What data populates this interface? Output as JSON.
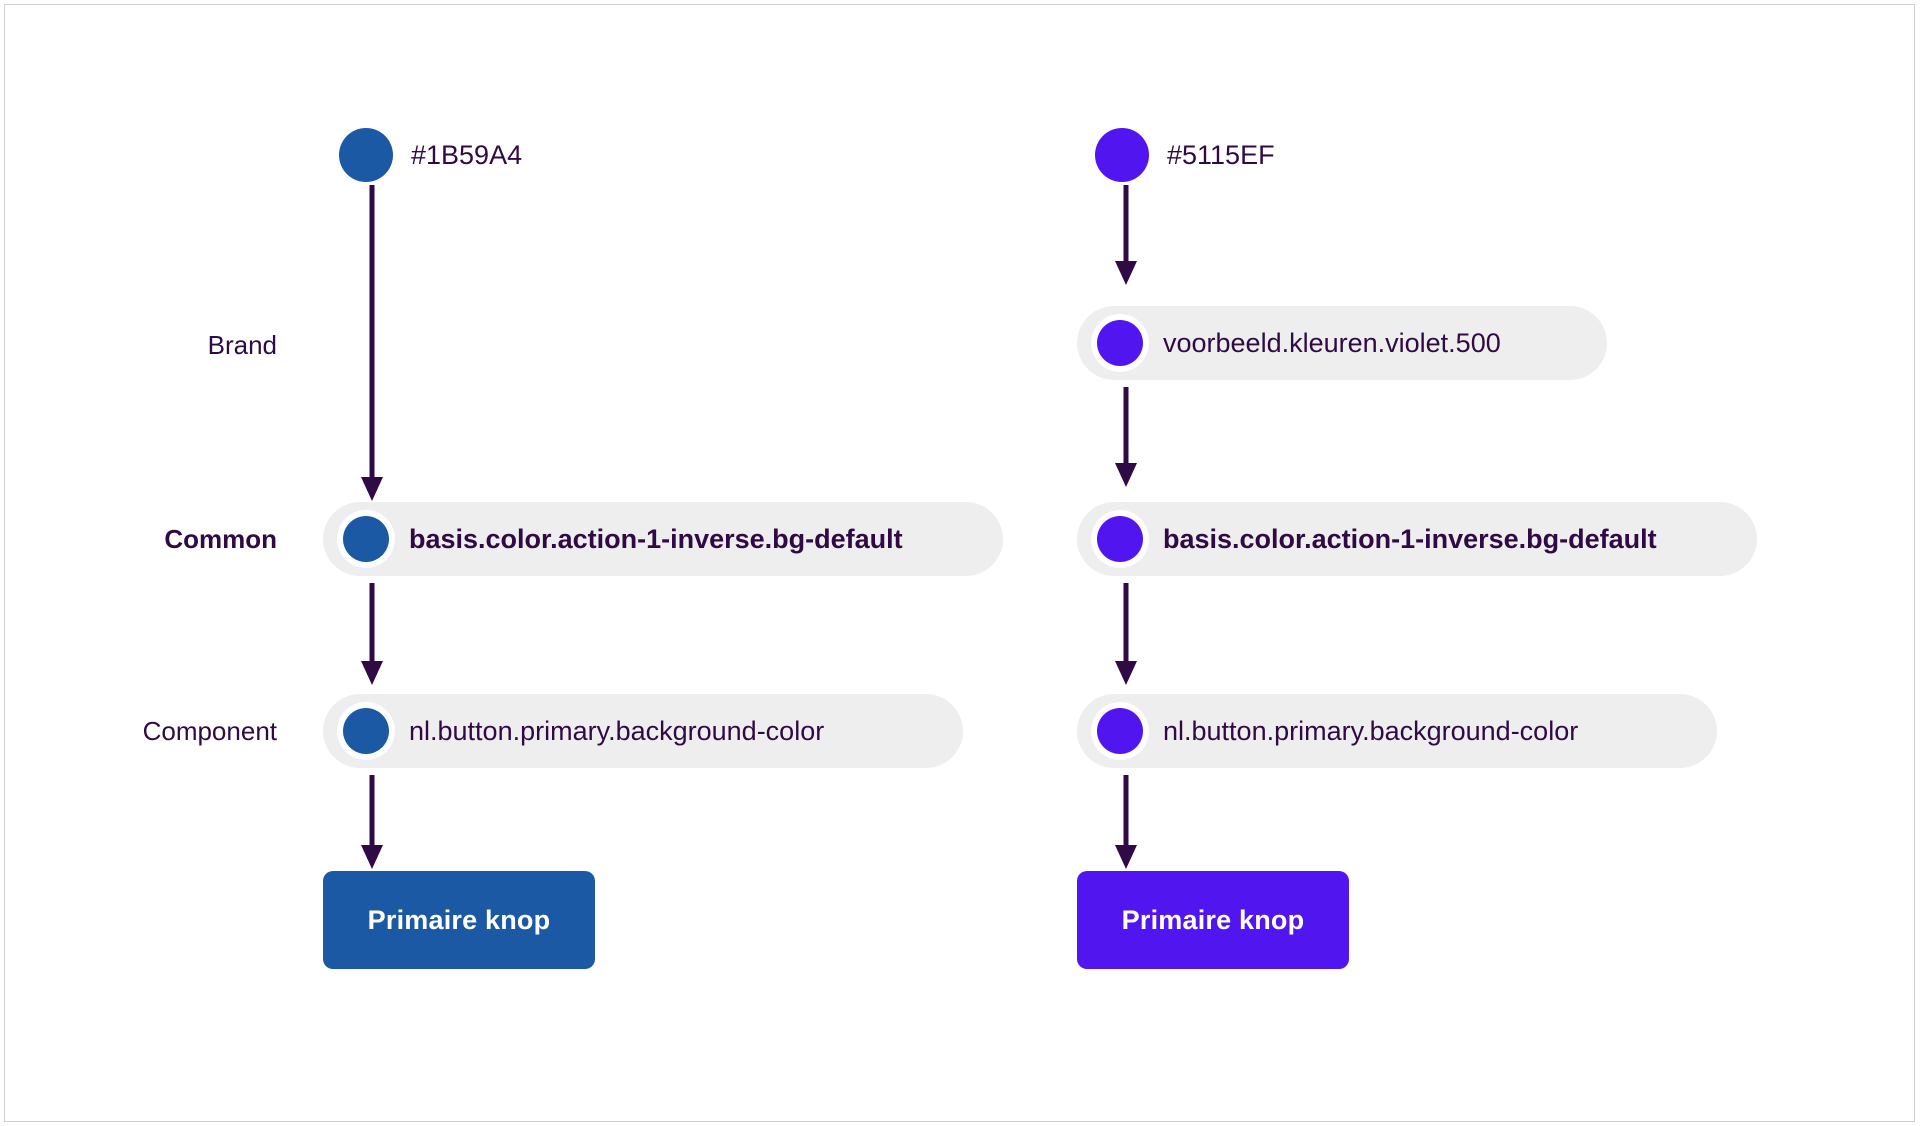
{
  "canvas": {
    "background": "#ffffff",
    "border_color": "#d0d0d0"
  },
  "palette": {
    "text": "#2f0a45",
    "arrow": "#2f0a45",
    "chip_bg": "#eeeeee",
    "ring": "#ffffff",
    "blue": "#1B59A4",
    "violet": "#5115EF"
  },
  "rows": {
    "brand_label": "Brand",
    "common_label": "Common",
    "component_label": "Component"
  },
  "columns": [
    {
      "id": "blue",
      "color": "#1B59A4",
      "hex_label": "#1B59A4",
      "brand_token": null,
      "common_token": "basis.color.action-1-inverse.bg-default",
      "component_token": "nl.button.primary.background-color",
      "button_label": "Primaire knop"
    },
    {
      "id": "violet",
      "color": "#5115EF",
      "hex_label": "#5115EF",
      "brand_token": "voorbeeld.kleuren.violet.500",
      "common_token": "basis.color.action-1-inverse.bg-default",
      "component_token": "nl.button.primary.background-color",
      "button_label": "Primaire knop"
    }
  ]
}
